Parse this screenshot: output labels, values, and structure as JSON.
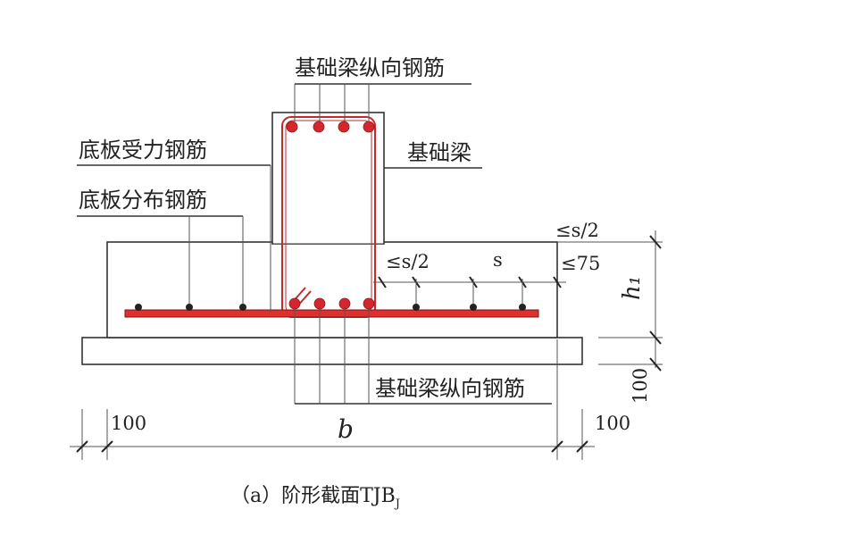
{
  "labels": {
    "beam_long_rebar_top": "基础梁纵向钢筋",
    "slab_main_rebar": "底板受力钢筋",
    "slab_dist_rebar": "底板分布钢筋",
    "foundation_beam": "基础梁",
    "beam_long_rebar_bottom": "基础梁纵向钢筋"
  },
  "dimensions": {
    "s_half_top": "≤s/2",
    "s_half_mid": "≤s/2",
    "s": "s",
    "le75": "≤75",
    "h1": "h₁",
    "dim_100_vertical": "100",
    "b": "b",
    "dim_100_left": "100",
    "dim_100_right": "100"
  },
  "caption": {
    "text": "（a）阶形截面TJB",
    "subscript": "J"
  },
  "colors": {
    "rebar": "#d6262d",
    "line": "#333333"
  }
}
